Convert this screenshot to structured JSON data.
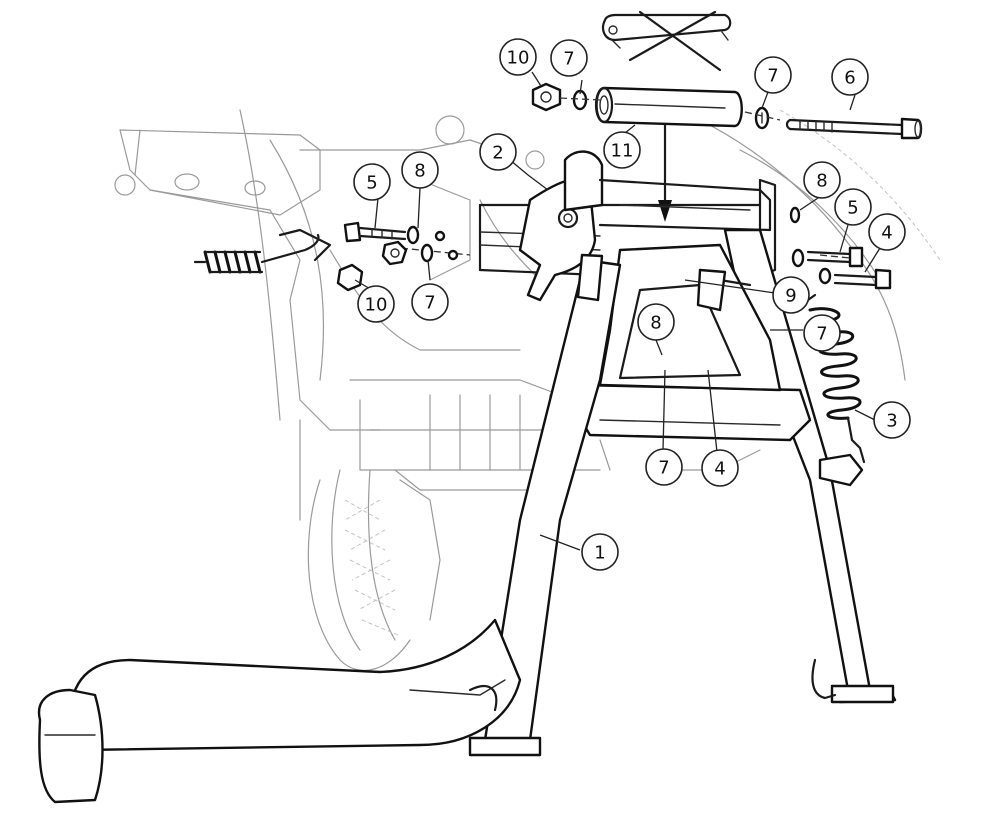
{
  "callouts": [
    {
      "id": "c10a",
      "label": "10"
    },
    {
      "id": "c7a",
      "label": "7"
    },
    {
      "id": "c7b",
      "label": "7"
    },
    {
      "id": "c6",
      "label": "6"
    },
    {
      "id": "c2",
      "label": "2"
    },
    {
      "id": "c11",
      "label": "11"
    },
    {
      "id": "c5a",
      "label": "5"
    },
    {
      "id": "c8a",
      "label": "8"
    },
    {
      "id": "c8b",
      "label": "8"
    },
    {
      "id": "c5b",
      "label": "5"
    },
    {
      "id": "c4a",
      "label": "4"
    },
    {
      "id": "c10b",
      "label": "10"
    },
    {
      "id": "c7c",
      "label": "7"
    },
    {
      "id": "c9",
      "label": "9"
    },
    {
      "id": "c8c",
      "label": "8"
    },
    {
      "id": "c7d",
      "label": "7"
    },
    {
      "id": "c3",
      "label": "3"
    },
    {
      "id": "c7e",
      "label": "7"
    },
    {
      "id": "c4b",
      "label": "4"
    },
    {
      "id": "c1",
      "label": "1"
    }
  ]
}
